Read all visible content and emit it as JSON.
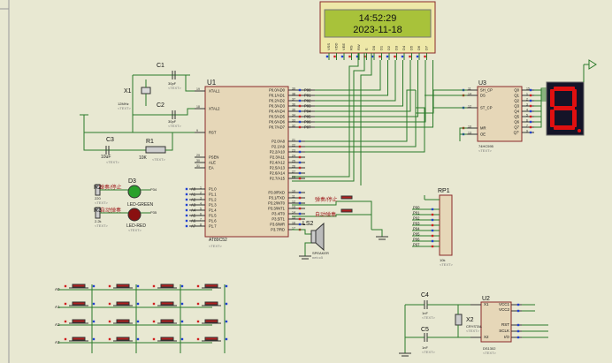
{
  "lcd": {
    "line1": "14:52:29",
    "line2": "2023-11-18",
    "pins": [
      "VSS",
      "VDD",
      "VEE",
      "RS",
      "RW",
      "E",
      "D0",
      "D1",
      "D2",
      "D3",
      "D4",
      "D5",
      "D6",
      "D7"
    ]
  },
  "mcu": {
    "ref": "U1",
    "part": "AT89C52",
    "sub": "<TEXT>",
    "left_pins": [
      {
        "name": "XTAL1",
        "num": "19"
      },
      {
        "name": "XTAL2",
        "num": "18"
      },
      {
        "name": "RST",
        "num": "9"
      },
      {
        "name": "PSEN",
        "num": "29"
      },
      {
        "name": "ALE",
        "num": "30"
      },
      {
        "name": "EA",
        "num": "31"
      }
    ],
    "p1_pins": [
      "P1.0",
      "P1.1",
      "P1.2",
      "P1.3",
      "P1.4",
      "P1.5",
      "P1.6",
      "P1.7"
    ],
    "p1_nets": [
      "A0",
      "A1",
      "A2",
      "A3",
      "A4",
      "A5",
      "A6",
      "A7"
    ],
    "p1_nums": [
      "1",
      "2",
      "3",
      "4",
      "5",
      "6",
      "7",
      "8"
    ],
    "p0_pins": [
      "P0.0/AD0",
      "P0.1/AD1",
      "P0.2/AD2",
      "P0.3/AD3",
      "P0.4/AD4",
      "P0.5/AD5",
      "P0.6/AD6",
      "P0.7/AD7"
    ],
    "p0_nets": [
      "P00",
      "P01",
      "P02",
      "P03",
      "P04",
      "P05",
      "P06",
      "P07"
    ],
    "p0_nums": [
      "39",
      "38",
      "37",
      "36",
      "35",
      "34",
      "33",
      "32"
    ],
    "p2_pins": [
      "P2.0/A8",
      "P2.1/A9",
      "P2.2/A10",
      "P2.3/A11",
      "P2.4/A12",
      "P2.5/A13",
      "P2.6/A14",
      "P2.7/A15"
    ],
    "p2_nums": [
      "21",
      "22",
      "23",
      "24",
      "25",
      "26",
      "27",
      "28"
    ],
    "p3_pins": [
      "P3.0/RXD",
      "P3.1/TXD",
      "P3.2/INT0",
      "P3.3/INT1",
      "P3.4/T0",
      "P3.5/T1",
      "P3.6/WR",
      "P3.7/RD"
    ],
    "p3_nums": [
      "10",
      "11",
      "12",
      "13",
      "14",
      "15",
      "16",
      "17"
    ]
  },
  "osc": {
    "c1": {
      "ref": "C1",
      "val": "30pF",
      "sub": "<TEXT>"
    },
    "c2": {
      "ref": "C2",
      "val": "30pF",
      "sub": "<TEXT>"
    },
    "x1": {
      "ref": "X1",
      "val": "12MHz",
      "sub": "<TEXT>"
    }
  },
  "reset": {
    "c3": {
      "ref": "C3",
      "val": "10uF",
      "sub": "<TEXT>"
    },
    "r1": {
      "ref": "R1",
      "val": "10K",
      "sub": "<TEXT>"
    }
  },
  "leds": {
    "r2": {
      "ref": "R2",
      "val": "220",
      "sub": "<TEXT>",
      "tag": "弹奏/停止"
    },
    "r3": {
      "ref": "R3",
      "val": "2.2k",
      "sub": "<TEXT>",
      "tag": "自动弹奏"
    },
    "d3": {
      "ref": "D3",
      "val": "LED-GREEN",
      "sub": "<TEXT>",
      "net": "P34"
    },
    "d2": {
      "ref": "D2",
      "val": "LED-RED",
      "sub": "<TEXT>",
      "net": "P35"
    }
  },
  "shift": {
    "ref": "U3",
    "part": "74HC595",
    "sub": "<TEXT>",
    "left": [
      {
        "name": "SH_CP",
        "num": "11"
      },
      {
        "name": "DS",
        "num": "14"
      },
      {
        "name": "ST_CP",
        "num": "12"
      },
      {
        "name": "MR",
        "num": "10"
      },
      {
        "name": "OE",
        "num": "13"
      }
    ],
    "right": [
      "Q0",
      "Q1",
      "Q2",
      "Q3",
      "Q4",
      "Q5",
      "Q6",
      "Q7",
      "Q7'"
    ],
    "right_nums": [
      "15",
      "1",
      "2",
      "3",
      "4",
      "5",
      "6",
      "7",
      "9"
    ]
  },
  "rp1": {
    "ref": "RP1",
    "val": "10k",
    "sub": "<TEXT>",
    "nets": [
      "P00",
      "P01",
      "P02",
      "P03",
      "P04",
      "P05",
      "P06",
      "P07"
    ]
  },
  "buttons": {
    "b1": "弹奏/停止",
    "b2": "自动弹奏"
  },
  "speaker": {
    "ref": "LS2",
    "part": "SPEAKER",
    "sub": "net=c5"
  },
  "rtc": {
    "ref": "U2",
    "part": "DS1302",
    "sub": "<TEXT>",
    "c4": {
      "ref": "C4",
      "val": "1nF",
      "sub": "<TEXT>"
    },
    "c5": {
      "ref": "C5",
      "val": "1nF",
      "sub": "<TEXT>"
    },
    "x2": {
      "ref": "X2",
      "val": "CRYSTAL",
      "sub": "<TEXT>"
    },
    "pins": [
      "X1",
      "X2",
      "VCC1",
      "VCC2",
      "RST",
      "SCLK",
      "I/O"
    ]
  },
  "keypad": {
    "rows": [
      "A0",
      "A1",
      "A2",
      "A3"
    ]
  }
}
